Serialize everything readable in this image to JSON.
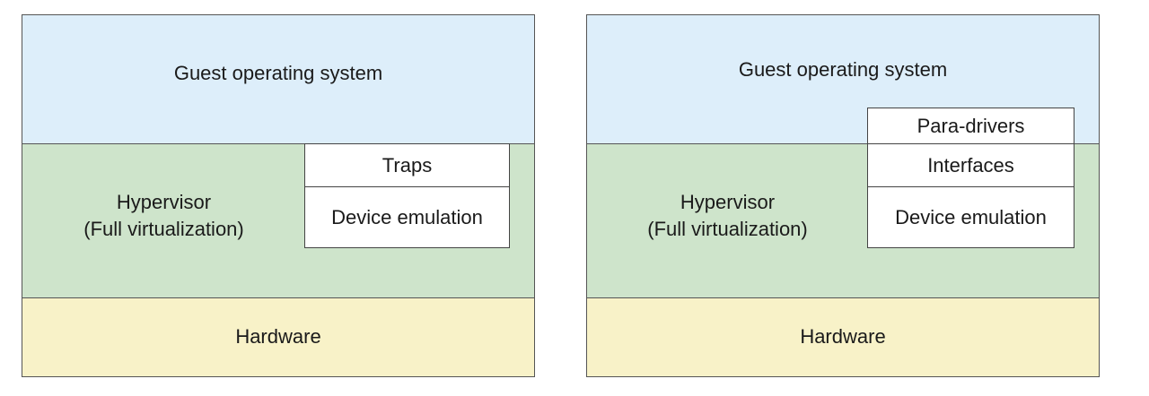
{
  "diagrams": [
    {
      "guest_os": "Guest operating system",
      "hypervisor_line1": "Hypervisor",
      "hypervisor_line2": "(Full virtualization)",
      "boxes": [
        "Traps",
        "Device emulation"
      ],
      "hardware": "Hardware"
    },
    {
      "guest_os": "Guest operating system",
      "hypervisor_line1": "Hypervisor",
      "hypervisor_line2": "(Full virtualization)",
      "boxes": [
        "Para-drivers",
        "Interfaces",
        "Device emulation"
      ],
      "hardware": "Hardware"
    }
  ],
  "colors": {
    "guest_os": "#ddeefa",
    "hypervisor": "#cee4cb",
    "hardware": "#f8f2c8"
  }
}
